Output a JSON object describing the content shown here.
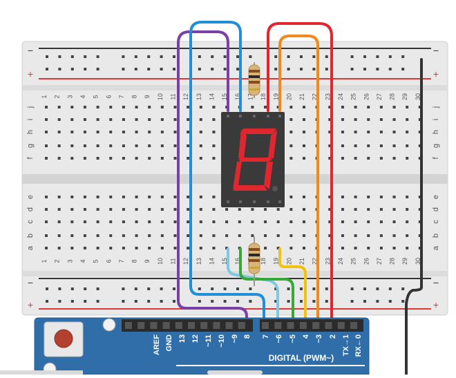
{
  "breadboard": {
    "rail_minus": "−",
    "rail_plus": "+",
    "columns": [
      "1",
      "2",
      "3",
      "4",
      "5",
      "6",
      "7",
      "8",
      "9",
      "10",
      "11",
      "12",
      "13",
      "14",
      "15",
      "16",
      "17",
      "18",
      "19",
      "20",
      "21",
      "22",
      "23",
      "24",
      "25",
      "26",
      "27",
      "28",
      "29",
      "30"
    ],
    "rows_top": [
      "j",
      "i",
      "h",
      "g",
      "f"
    ],
    "rows_bottom": [
      "e",
      "d",
      "c",
      "b",
      "a"
    ]
  },
  "arduino": {
    "pins_left": [
      "AREF",
      "GND",
      "13",
      "12",
      "~11",
      "~10",
      "~9",
      "8"
    ],
    "pins_right": [
      "7",
      "~6",
      "~5",
      "4",
      "~3",
      "2",
      "TX→1",
      "RX←0"
    ],
    "digital_label": "DIGITAL (PWM~)"
  },
  "display": {
    "segment_color": "#e0262e",
    "body_color": "#3a3a3a"
  },
  "wire_colors": {
    "purple": "#7b3fa6",
    "blue": "#1f8fd8",
    "red": "#e3262c",
    "orange": "#f08a1c",
    "black": "#333333",
    "lightblue": "#7fc8e0",
    "green": "#35a838",
    "yellow": "#f3c20c"
  }
}
